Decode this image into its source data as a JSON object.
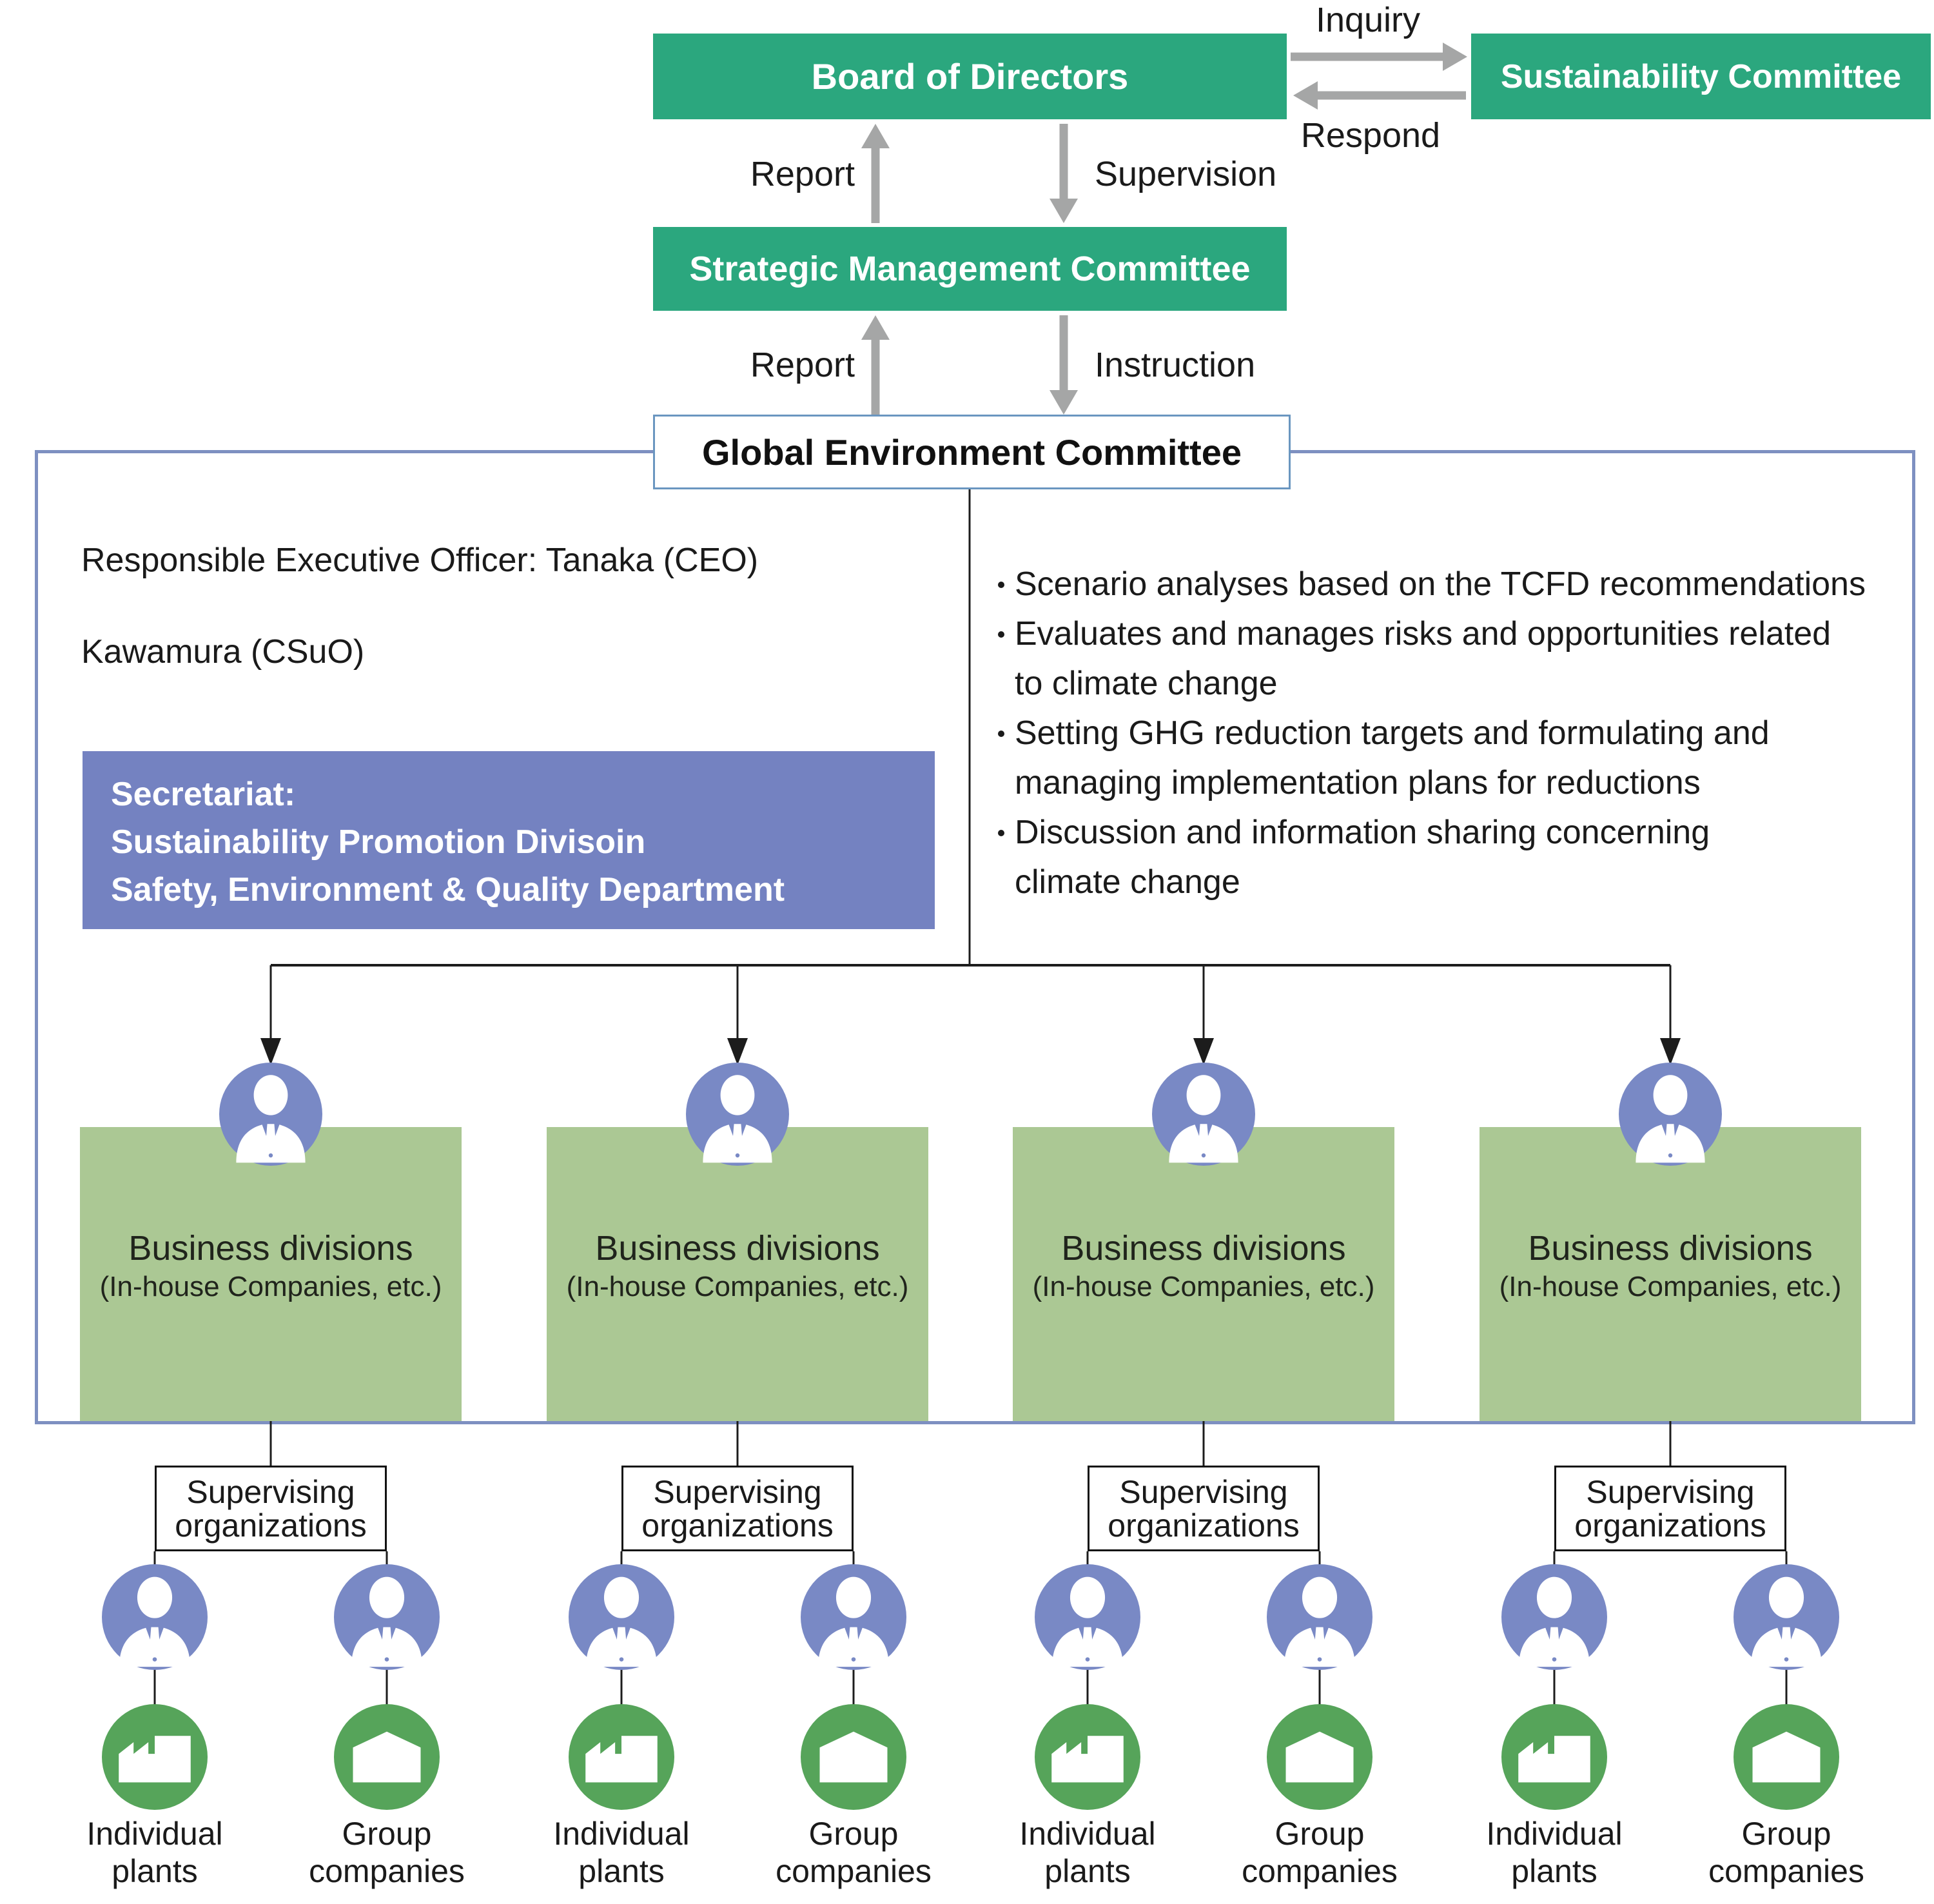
{
  "palette": {
    "committee_green": "#2ba77e",
    "division_green": "#abc894",
    "icon_circle_green": "#56a45a",
    "person_icon_blue": "#7989c5",
    "secretariat_purple": "#7482c1",
    "container_border_blue": "#7e90c1",
    "gec_border_blue": "#6a96c0",
    "arrow_gray": "#a5a6a6",
    "text_black": "#1a1a1a"
  },
  "nodes": {
    "board": "Board of Directors",
    "sustainability": "Sustainability Committee",
    "strategic": "Strategic Management Committee",
    "global_env": "Global Environment Committee"
  },
  "edges": {
    "inquiry": "Inquiry",
    "respond": "Respond",
    "report_top": "Report",
    "supervision": "Supervision",
    "report_mid": "Report",
    "instruction": "Instruction"
  },
  "committee_panel": {
    "officer_line1": "Responsible Executive Officer: Tanaka (CEO)",
    "officer_line2": "Kawamura (CSuO)",
    "secretariat_line1": "Secretariat:",
    "secretariat_line2": "Sustainability Promotion Divisoin",
    "secretariat_line3": "Safety, Environment & Quality Department",
    "bullets": [
      {
        "lines": [
          "Scenario analyses based on the TCFD recommendations"
        ]
      },
      {
        "lines": [
          "Evaluates and manages risks and opportunities related",
          "to climate change"
        ]
      },
      {
        "lines": [
          "Setting GHG reduction targets and formulating and",
          "managing implementation plans for reductions"
        ]
      },
      {
        "lines": [
          "Discussion and information sharing concerning",
          "climate change"
        ]
      }
    ]
  },
  "divisions": [
    {
      "title": "Business divisions",
      "subtitle": "(In-house Companies, etc.)"
    },
    {
      "title": "Business divisions",
      "subtitle": "(In-house Companies, etc.)"
    },
    {
      "title": "Business divisions",
      "subtitle": "(In-house Companies, etc.)"
    },
    {
      "title": "Business divisions",
      "subtitle": "(In-house Companies, etc.)"
    }
  ],
  "supervising_groups": [
    {
      "label_line1": "Supervising",
      "label_line2": "organizations",
      "plant": {
        "line1": "Individual",
        "line2": "plants"
      },
      "company": {
        "line1": "Group",
        "line2": "companies"
      }
    },
    {
      "label_line1": "Supervising",
      "label_line2": "organizations",
      "plant": {
        "line1": "Individual",
        "line2": "plants"
      },
      "company": {
        "line1": "Group",
        "line2": "companies"
      }
    },
    {
      "label_line1": "Supervising",
      "label_line2": "organizations",
      "plant": {
        "line1": "Individual",
        "line2": "plants"
      },
      "company": {
        "line1": "Group",
        "line2": "companies"
      }
    },
    {
      "label_line1": "Supervising",
      "label_line2": "organizations",
      "plant": {
        "line1": "Individual",
        "line2": "plants"
      },
      "company": {
        "line1": "Group",
        "line2": "companies"
      }
    }
  ]
}
